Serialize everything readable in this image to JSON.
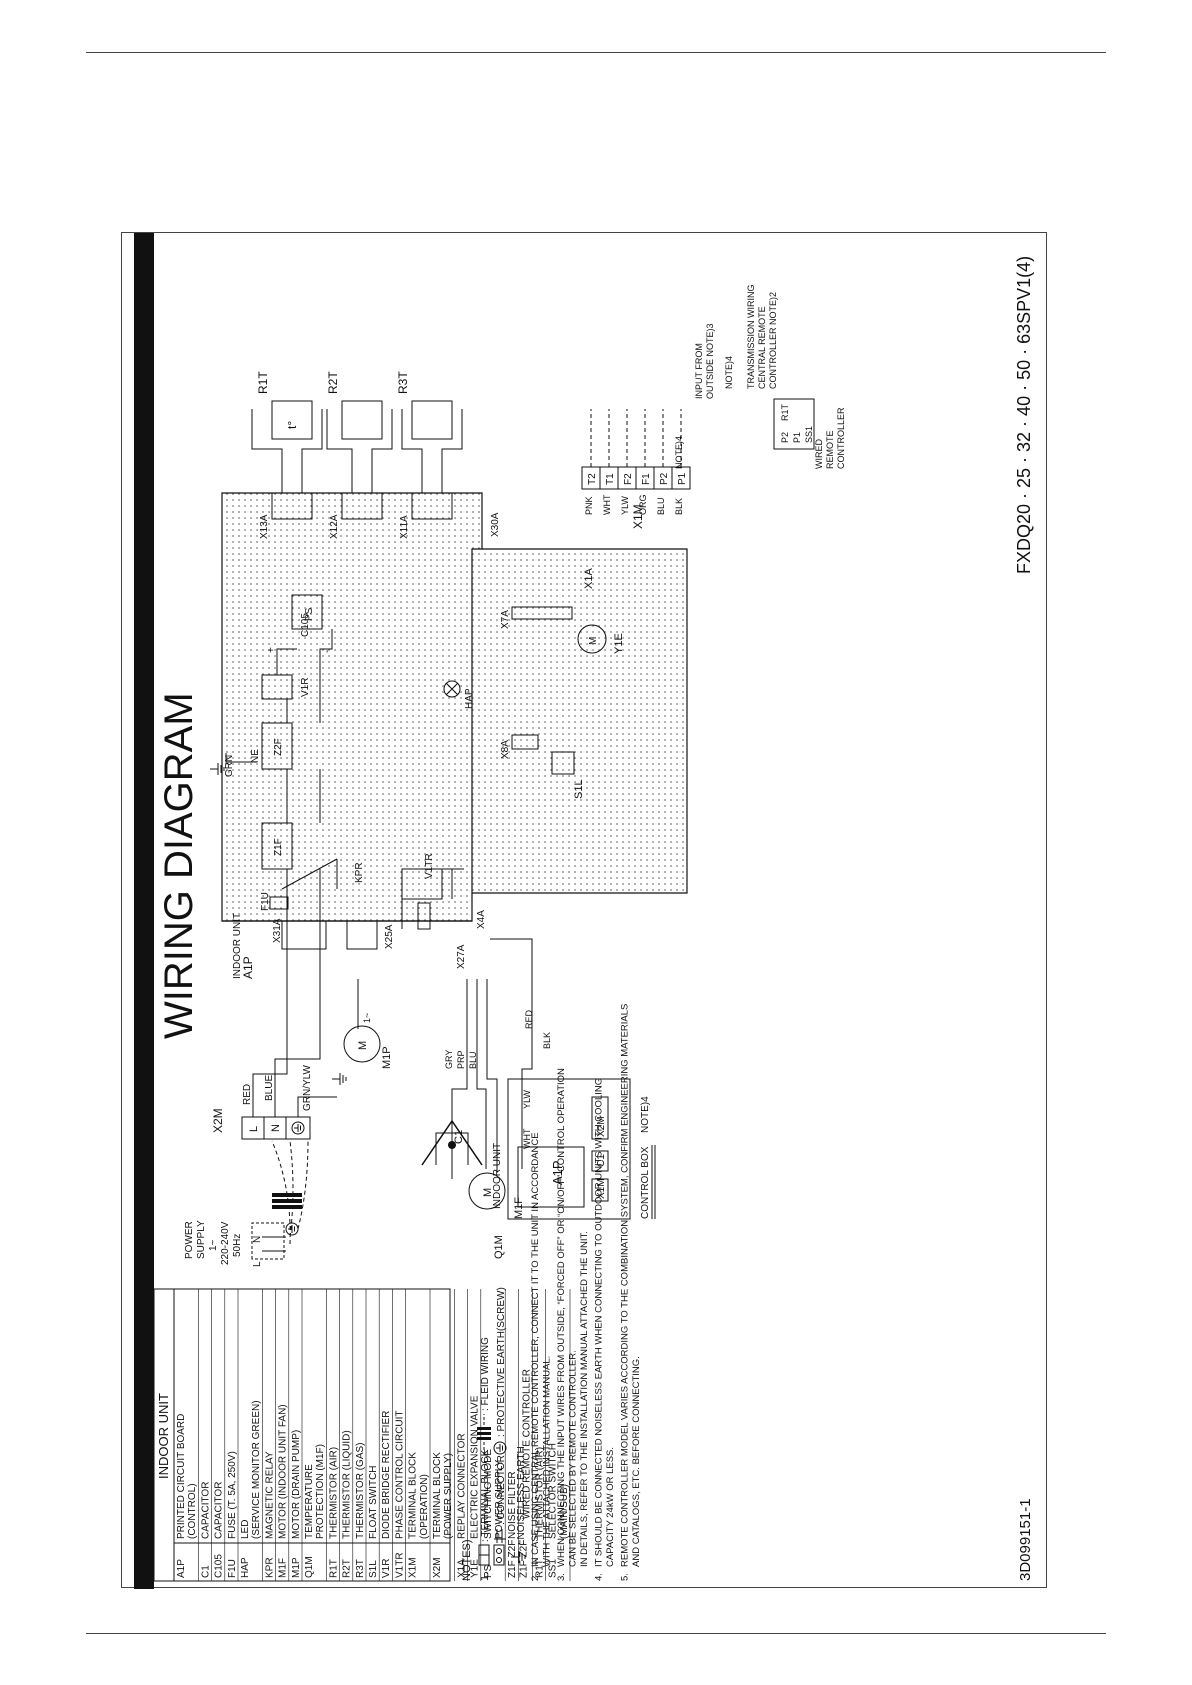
{
  "document": {
    "title": "WIRING DIAGRAM",
    "model": "FXDQ20 · 25 · 32 · 40 · 50 · 63SPV1(4)",
    "drawing_number": "3D099151-1"
  },
  "legend": {
    "header": "INDOOR UNIT",
    "rows": [
      {
        "code": "A1P",
        "desc": [
          "PRINTED CIRCUIT BOARD",
          "(CONTROL)"
        ]
      },
      {
        "code": "C1",
        "desc": [
          "CAPACITOR"
        ]
      },
      {
        "code": "C105",
        "desc": [
          "CAPACITOR"
        ]
      },
      {
        "code": "F1U",
        "desc": [
          "FUSE (T. 5A, 250V)"
        ]
      },
      {
        "code": "HAP",
        "desc": [
          "LED",
          "(SERVICE MONITOR GREEN)"
        ]
      },
      {
        "code": "KPR",
        "desc": [
          "MAGNETIC RELAY"
        ]
      },
      {
        "code": "M1F",
        "desc": [
          "MOTOR (INDOOR UNIT FAN)"
        ]
      },
      {
        "code": "M1P",
        "desc": [
          "MOTOR (DRAIN PUMP)"
        ]
      },
      {
        "code": "Q1M",
        "desc": [
          "TEMPERATURE",
          "PROTECTION (M1F)"
        ]
      },
      {
        "code": "R1T",
        "desc": [
          "THERMISTOR (AIR)"
        ]
      },
      {
        "code": "R2T",
        "desc": [
          "THERMISTOR (LIQUID)"
        ]
      },
      {
        "code": "R3T",
        "desc": [
          "THERMISTOR (GAS)"
        ]
      },
      {
        "code": "S1L",
        "desc": [
          "FLOAT SWITCH"
        ]
      },
      {
        "code": "V1R",
        "desc": [
          "DIODE BRIDGE RECTIFIER"
        ]
      },
      {
        "code": "V1TR",
        "desc": [
          "PHASE CONTROL CIRCUIT"
        ]
      },
      {
        "code": "X1M",
        "desc": [
          "TERMINAL BLOCK",
          "(OPERATION)"
        ]
      },
      {
        "code": "X2M",
        "desc": [
          "TERMINAL BLOCK",
          "(POWER SUPPLY)"
        ]
      },
      {
        "code": "X1A",
        "desc": [
          "REPLAY CONNECTOR"
        ]
      },
      {
        "code": "Y1E",
        "desc": [
          "ELECTRIC EXPANSION VALVE"
        ]
      },
      {
        "code": "PS",
        "desc": [
          "SWITCHING MODE",
          "POWER SUPPLY"
        ]
      },
      {
        "code": "Z1F\nZ2F",
        "desc": [
          "NOISE FILTER"
        ]
      }
    ],
    "sub_header": "WIRED REMOTE CONTROLLER",
    "sub_rows": [
      {
        "code": "R1T",
        "desc": [
          "THERMISTOR (AIR)"
        ]
      },
      {
        "code": "SS1",
        "desc": [
          "SELECTOR SWITCH",
          "(MAIN/SUB)"
        ]
      }
    ]
  },
  "symbols": {
    "terminal_block": ": TERMINAL BLOCK",
    "field_wiring": ": FLEID WIRING",
    "connector": ": CONNECTOR",
    "protective_earth": ": PROTECTIVE EARTH(SCREW)",
    "noiseless_earth": ": NOISELESS EARTH"
  },
  "notes": {
    "heading": "NOTES)",
    "items": [
      {
        "n": "1.",
        "lines": []
      },
      {
        "n": "2.",
        "lines": [
          "IN CASE USING CENTRAL REMOTE CONTROLLER, CONNECT IT TO THE UNIT IN ACCORDANCE",
          "WITH THE ATTACHED INSTALLATION MANUAL."
        ]
      },
      {
        "n": "3.",
        "lines": [
          "WHEN CONNECTING THE INPUT WIRES FROM OUTSIDE, “FORCED OFF” OR “ON/OFF” CONTROL OPERATION",
          "CAN BE SELECTED BY REMOTE CONTROLLER.",
          "IN DETAILS, REFER TO THE INSTALLATION MANUAL ATTACHED THE UNIT."
        ]
      },
      {
        "n": "4.",
        "lines": [
          "IT SHOULD BE CONNECTED NOISELESS EARTH WHEN CONNECTING TO OUTDOOR UNITS WITH COOLING",
          "CAPACITY 24kW OR LESS."
        ]
      },
      {
        "n": "5.",
        "lines": [
          "REMOTE CONTROLLER MODEL VARIES ACCORDING TO THE COMBINATION SYSTEM, CONFIRM ENGINEERING MATERIALS",
          "AND CATALOGS, ETC. BEFORE CONNECTING."
        ]
      }
    ]
  },
  "power": {
    "label": [
      "POWER",
      "SUPPLY",
      "1~",
      "220-240V",
      "50Hz"
    ],
    "L": "L",
    "N": "N"
  },
  "indoor_unit_icon_label": "INDOOR UNIT",
  "control_box": {
    "label": "CONTROL BOX",
    "note": "NOTE)4",
    "a1p": "A1P",
    "x1m": "X1M",
    "c1": "C1",
    "x2m": "X2M"
  },
  "pcb": {
    "label": [
      "INDOOR UNIT",
      "A1P"
    ],
    "X31A": "X31A",
    "F1U": "F1U",
    "Z1F": "Z1F",
    "Z2F": "Z2F",
    "NE": "NE",
    "V1R": "V1R",
    "C105": "C105",
    "PS": "PS",
    "KPR": "KPR",
    "X25A": "X25A",
    "X27A": "X27A",
    "X4A": "X4A",
    "V1TR": "V1TR",
    "X8A": "X8A",
    "HAP": "HAP",
    "X7A": "X7A",
    "X30A": "X30A",
    "X13A": "X13A",
    "X12A": "X12A",
    "X11A": "X11A",
    "plus": "+",
    "minus": "-"
  },
  "wires": {
    "RED": "RED",
    "BLUE": "BLUE",
    "GRN/YLW": "GRN/YLW",
    "GRN": "GRN",
    "GRY": "GRY",
    "PRP": "PRP",
    "BLU": "BLU",
    "WHT": "WHT",
    "YLW": "YLW",
    "BLK": "BLK",
    "PNK": "PNK",
    "ORG": "ORG"
  },
  "x2m_terminals": {
    "label": "X2M",
    "L": "L",
    "N": "N"
  },
  "x1m_terminals": {
    "label": "X1M",
    "items": [
      "T2",
      "T1",
      "F2",
      "F1",
      "P2",
      "P1"
    ]
  },
  "components": {
    "M1P": "M1P",
    "M1F": "M1F",
    "Q1M": "Q1M",
    "C1": "C1",
    "S1L": "S1L",
    "X1A": "X1A",
    "Y1E": "Y1E",
    "R1T": "R1T",
    "R2T": "R2T",
    "R3T": "R3T",
    "M": "M",
    "one_phase": "1~",
    "t_symbol": "t°"
  },
  "right_side": {
    "note4": "NOTE)4",
    "input_from_outside": [
      "INPUT FROM",
      "OUTSIDE  NOTE)3"
    ],
    "transmission": [
      "TRANSMISSION WIRING",
      "CENTRAL REMOTE",
      "CONTROLLER  NOTE)2"
    ],
    "wired_remote": [
      "WIRED",
      "REMOTE",
      "CONTROLLER"
    ],
    "remote_terminals": [
      "P2",
      "P1",
      "SS1",
      "R1T"
    ]
  }
}
